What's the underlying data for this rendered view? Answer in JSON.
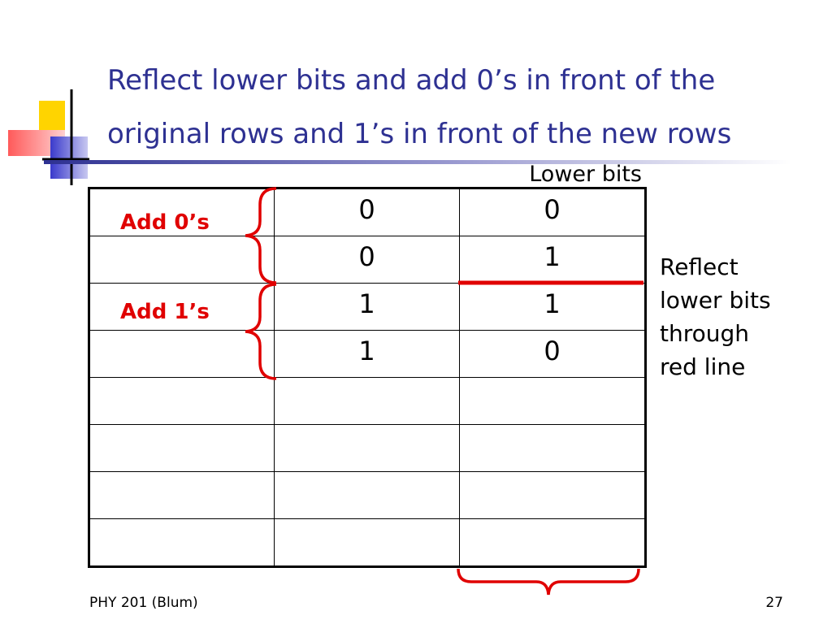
{
  "slide": {
    "title_line1": "Reflect lower bits and add 0’s in front of the",
    "title_line2": "original rows and 1’s in front of the new rows",
    "column_header": "Lower bits",
    "add_zeros_label": "Add 0’s",
    "add_ones_label": "Add 1’s",
    "note": "Reflect\nlower bits\nthrough\nred line",
    "footer_left": "PHY 201 (Blum)",
    "page_number": "27"
  },
  "table": {
    "rows": [
      [
        "",
        "0",
        "0"
      ],
      [
        "",
        "0",
        "1"
      ],
      [
        "",
        "1",
        "1"
      ],
      [
        "",
        "1",
        "0"
      ],
      [
        "",
        "",
        ""
      ],
      [
        "",
        "",
        ""
      ],
      [
        "",
        "",
        ""
      ],
      [
        "",
        "",
        ""
      ]
    ]
  },
  "colors": {
    "title": "#2e3192",
    "annotation_red": "#e00000"
  }
}
